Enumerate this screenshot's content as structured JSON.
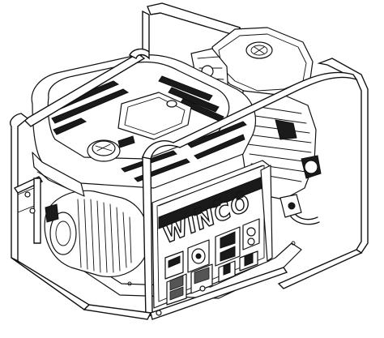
{
  "illustration": {
    "subject": "portable-generator",
    "brand_logo": "WINCO",
    "style": "black-and-white line drawing"
  }
}
